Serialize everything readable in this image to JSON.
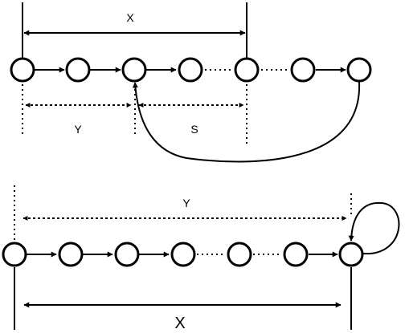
{
  "top": {
    "label_x": "X",
    "label_y": "Y",
    "label_s": "S"
  },
  "bottom": {
    "label_y": "Y",
    "label_x": "X"
  },
  "colors": {
    "stroke": "#000000",
    "background": "#ffffff"
  }
}
